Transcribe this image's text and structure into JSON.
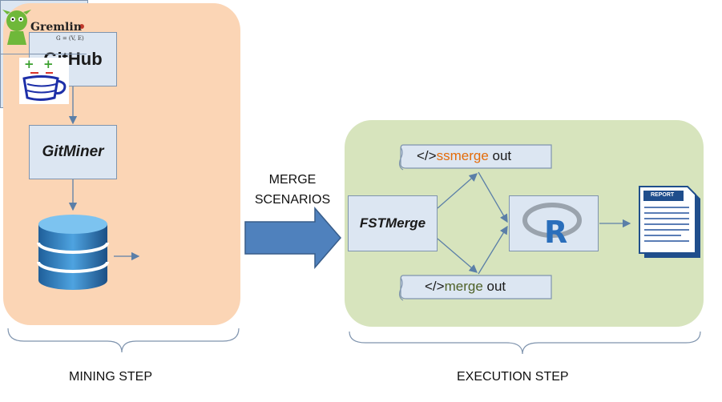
{
  "mining": {
    "label": "MINING STEP",
    "github": "GitHub",
    "gitminer": "GitMiner",
    "database_icon": "database-icon",
    "gremlin_logo": "Gremlin",
    "gremlin_sub": "G = (V, E)",
    "groovy_icon": "groovy-cup-icon"
  },
  "arrow_label": {
    "line1": "MERGE",
    "line2": "SCENARIOS"
  },
  "execution": {
    "label": "EXECUTION STEP",
    "fstmerge": "FSTMerge",
    "ssmerge_out": {
      "prefix": "</>",
      "tool": "ssmerge",
      "suffix": " out"
    },
    "merge_out": {
      "prefix": "</>",
      "tool": "merge",
      "suffix": " out"
    },
    "r_logo": "R",
    "report_icon": "REPORT"
  },
  "colors": {
    "mining_panel": "#fbd5b5",
    "execution_panel": "#d7e4bd",
    "box_fill": "#dce6f2",
    "big_arrow": "#4f81bd",
    "ssmerge_text": "#e46c0a",
    "merge_text": "#4f6228"
  }
}
